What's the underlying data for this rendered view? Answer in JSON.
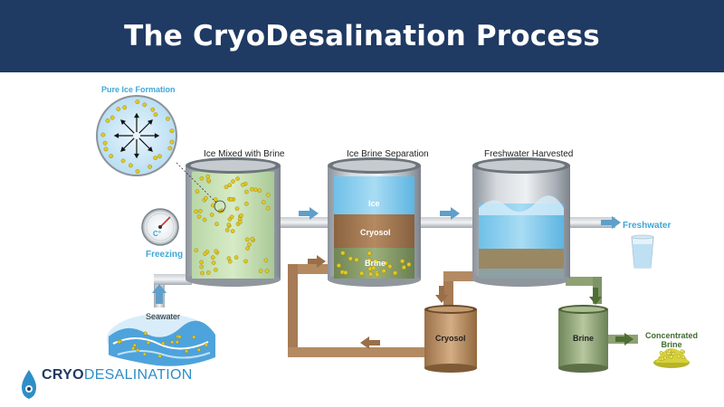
{
  "header": {
    "title": "The CryoDesalination Process"
  },
  "labels": {
    "pure_ice_formation": "Pure Ice Formation",
    "stage1": "Ice Mixed with Brine",
    "stage2": "Ice Brine Separation",
    "stage3": "Freshwater Harvested",
    "ice": "Ice",
    "cryosol": "Cryosol",
    "brine": "Brine",
    "freshwater": "Freshwater",
    "freezing": "Freezing",
    "gauge_unit": "C°",
    "seawater": "Seawater",
    "cryosol_tank": "Cryosol",
    "brine_tank": "Brine",
    "concentrated_brine": "Concentrated Brine"
  },
  "logo": {
    "part1": "CRYO",
    "part2": "DESALINATION"
  },
  "colors": {
    "header_bg": "#1f3a63",
    "accent_blue": "#3fa7d6",
    "cryosol_brown": "#a0764e",
    "brine_green": "#7a8f5e",
    "arrow_blue": "#5f9fc9",
    "arrow_brown": "#9a6e47",
    "arrow_green": "#4f6e34"
  }
}
